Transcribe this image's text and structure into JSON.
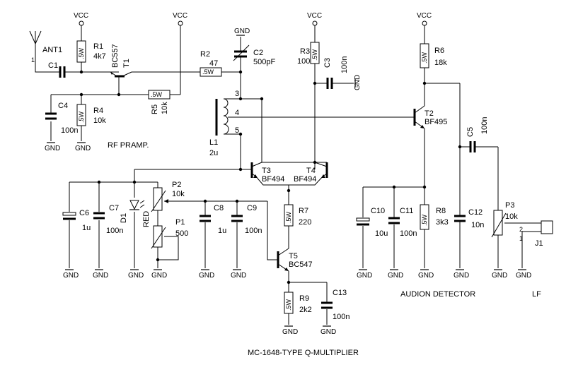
{
  "labels": {
    "vcc": "VCC",
    "gnd": "GND",
    "ant": "ANT1",
    "ant_pin": "1",
    "c1": "C1",
    "r1": "R1",
    "r1_val": "4k7",
    "t1": "T1",
    "t1_type": "BC557",
    "r2": "R2",
    "r2_val": "47",
    "c2": "C2",
    "c2_val": "500pF",
    "r3": "R3",
    "r3_val": "100",
    "c3": "C3",
    "c3_val": "100n",
    "r6": "R6",
    "r6_val": "18k",
    "c4": "C4",
    "c4_val": "100n",
    "r4": "R4",
    "r4_val": "10k",
    "r5": "R5",
    "r5_val": "10k",
    "l1": "L1",
    "l1_val": "2u",
    "pin3": "3",
    "pin4": "4",
    "pin5": "5",
    "t2": "T2",
    "t2_type": "BF495",
    "c5": "C5",
    "c5_val": "100n",
    "t3": "T3",
    "t3_type": "BF494",
    "t4": "T4",
    "t4_type": "BF494",
    "p2": "P2",
    "p2_val": "10k",
    "p1": "P1",
    "p1_val": "500",
    "c6": "C6",
    "c6_val": "1u",
    "c7": "C7",
    "c7_val": "100n",
    "d1": "D1",
    "d1_val": "RED",
    "c8": "C8",
    "c8_val": "1u",
    "c9": "C9",
    "c9_val": "100n",
    "r7": "R7",
    "r7_val": "220",
    "t5": "T5",
    "t5_type": "BC547",
    "r9": "R9",
    "r9_val": "2k2",
    "c13": "C13",
    "c13_val": "100n",
    "c10": "C10",
    "c10_val": "10u",
    "c11": "C11",
    "c11_val": "100n",
    "r8": "R8",
    "r8_val": "3k3",
    "c12": "C12",
    "c12_val": "10n",
    "p3": "P3",
    "p3_val": "10k",
    "j1": "J1",
    "j1_pin1": "1",
    "j1_pin2": "2",
    "rating": ".5W",
    "rf_section": "RF PRAMP.",
    "detector_section": "AUDION DETECTOR",
    "lf_section": "LF",
    "title": "MC-1648-TYPE Q-MULTIPLIER"
  }
}
